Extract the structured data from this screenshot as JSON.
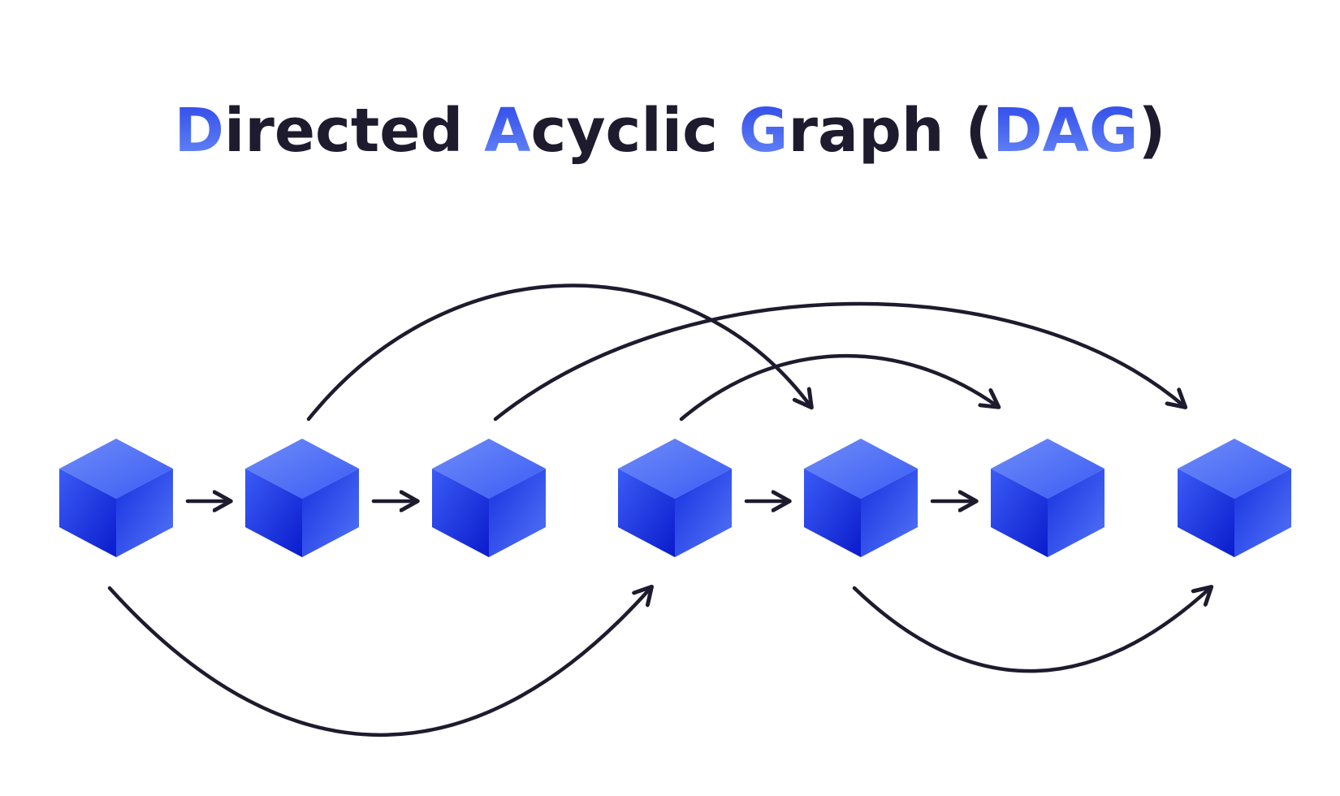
{
  "title": {
    "segments": [
      {
        "text": "D",
        "highlight": true
      },
      {
        "text": "irected ",
        "highlight": false
      },
      {
        "text": "A",
        "highlight": true
      },
      {
        "text": "cyclic ",
        "highlight": false
      },
      {
        "text": "G",
        "highlight": true
      },
      {
        "text": "raph (",
        "highlight": false
      },
      {
        "text": "DAG",
        "highlight": true
      },
      {
        "text": ")",
        "highlight": false
      }
    ]
  },
  "colors": {
    "text_dark": "#1e1b2e",
    "accent_blue": "#2c46e8",
    "accent_blue_light": "#4f74f5",
    "cube_top": "#5b7cf7",
    "cube_left": "#2d4cf2",
    "cube_right": "#3a5bf5",
    "cube_dark": "#0a1bcc",
    "edge": "#1e1b2e",
    "background": "#ffffff"
  },
  "nodes": [
    {
      "id": "node-1",
      "icon": "cube-icon"
    },
    {
      "id": "node-2",
      "icon": "cube-icon"
    },
    {
      "id": "node-3",
      "icon": "cube-icon"
    },
    {
      "id": "node-4",
      "icon": "cube-icon"
    },
    {
      "id": "node-5",
      "icon": "cube-icon"
    },
    {
      "id": "node-6",
      "icon": "cube-icon"
    },
    {
      "id": "node-7",
      "icon": "cube-icon"
    }
  ],
  "edges": [
    {
      "from": "node-1",
      "to": "node-2",
      "kind": "straight"
    },
    {
      "from": "node-2",
      "to": "node-3",
      "kind": "straight"
    },
    {
      "from": "node-4",
      "to": "node-5",
      "kind": "straight"
    },
    {
      "from": "node-5",
      "to": "node-6",
      "kind": "straight"
    },
    {
      "from": "node-2",
      "to": "node-5",
      "kind": "arc-above"
    },
    {
      "from": "node-3",
      "to": "node-7",
      "kind": "arc-above"
    },
    {
      "from": "node-4",
      "to": "node-6",
      "kind": "arc-above"
    },
    {
      "from": "node-1",
      "to": "node-4",
      "kind": "arc-below"
    },
    {
      "from": "node-5",
      "to": "node-7",
      "kind": "arc-below"
    }
  ]
}
